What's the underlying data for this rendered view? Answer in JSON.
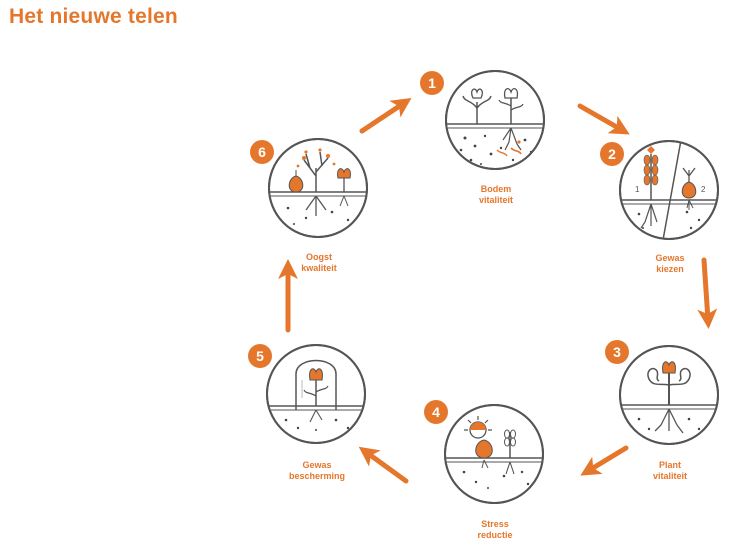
{
  "title": "Het nieuwe telen",
  "accent_color": "#e5772c",
  "line_color": "#555555",
  "steps": [
    {
      "number": "1",
      "label_lines": [
        "Bodem",
        "vitaliteit"
      ],
      "icon": "soil-plants-icon"
    },
    {
      "number": "2",
      "label_lines": [
        "Gewas",
        "kiezen"
      ],
      "icon": "crop-choice-icon"
    },
    {
      "number": "3",
      "label_lines": [
        "Plant",
        "vitaliteit"
      ],
      "icon": "strong-plant-icon"
    },
    {
      "number": "4",
      "label_lines": [
        "Stress",
        "reductie"
      ],
      "icon": "sun-onion-icon"
    },
    {
      "number": "5",
      "label_lines": [
        "Gewas",
        "bescherming"
      ],
      "icon": "bell-jar-icon"
    },
    {
      "number": "6",
      "label_lines": [
        "Oogst",
        "kwaliteit"
      ],
      "icon": "harvest-tree-icon"
    }
  ],
  "sub_labels": {
    "left": "1",
    "right": "2"
  }
}
